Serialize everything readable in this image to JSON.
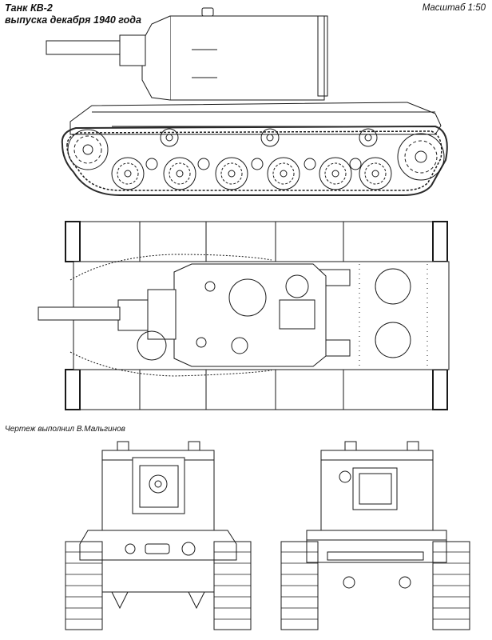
{
  "title": "Танк КВ-2",
  "subtitle": "выпуска декабря 1940 года",
  "scale": "Масштаб 1:50",
  "credit": "Чертеж выполнил В.Мальгинов",
  "colors": {
    "line": "#1a1a1a",
    "paper": "#ffffff",
    "track": "#2a2a2a"
  }
}
